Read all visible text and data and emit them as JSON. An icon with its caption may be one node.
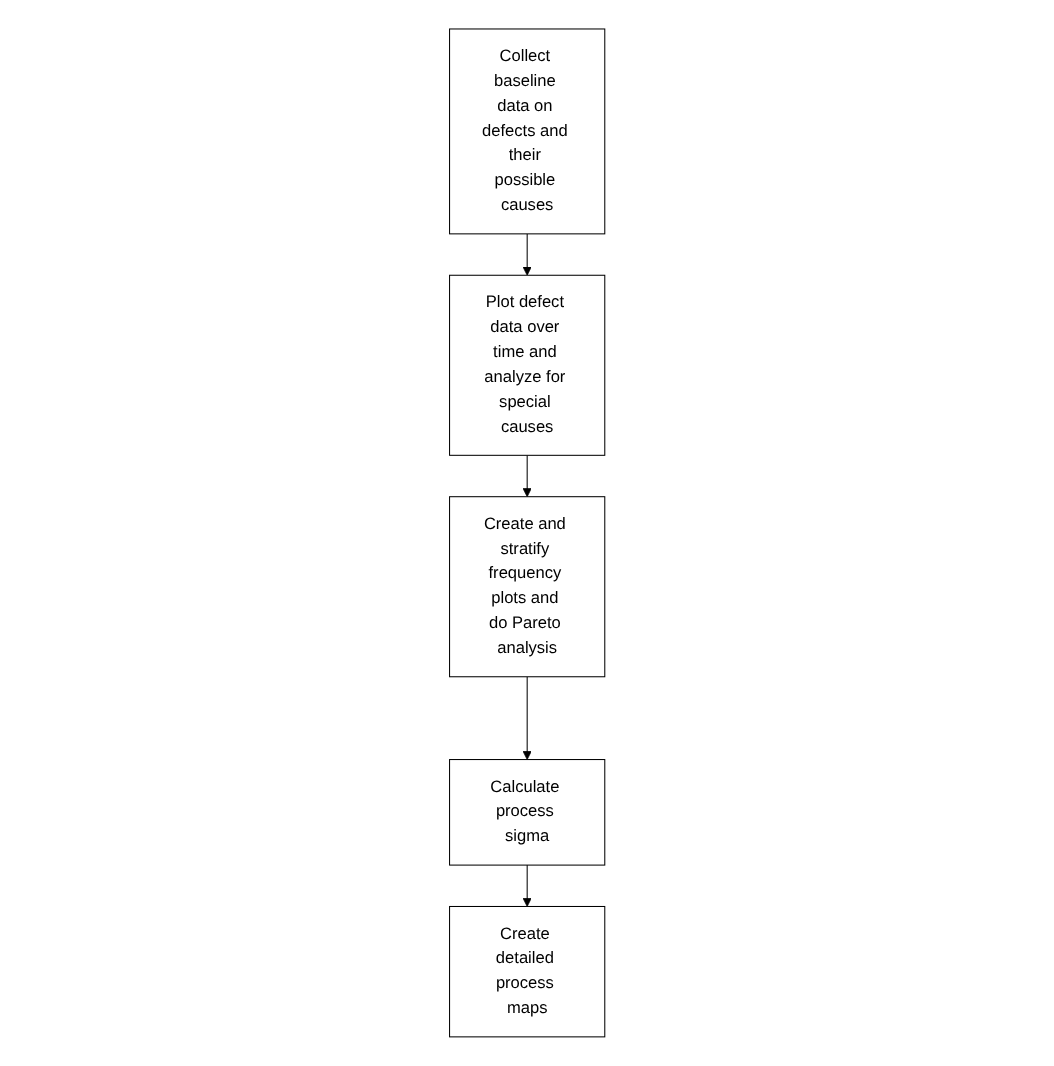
{
  "diagram": {
    "nodes": [
      {
        "text": [
          "Collect baseline data on defects and their possible causes"
        ]
      },
      {
        "text": [
          "Plot defect data over time and analyze for special causes"
        ]
      },
      {
        "text": [
          "Create and stratify frequency plots and do Pareto analysis"
        ]
      },
      {
        "text": [
          "Calculate process sigma"
        ]
      },
      {
        "text": [
          "Create detailed process maps"
        ]
      }
    ],
    "edges": [
      {
        "from": 0,
        "to": 1,
        "arrow": "to"
      },
      {
        "from": 1,
        "to": 2,
        "arrow": "to"
      },
      {
        "from": 2,
        "to": 3,
        "arrow": "to"
      },
      {
        "from": 3,
        "to": 4,
        "arrow": "to"
      }
    ]
  }
}
